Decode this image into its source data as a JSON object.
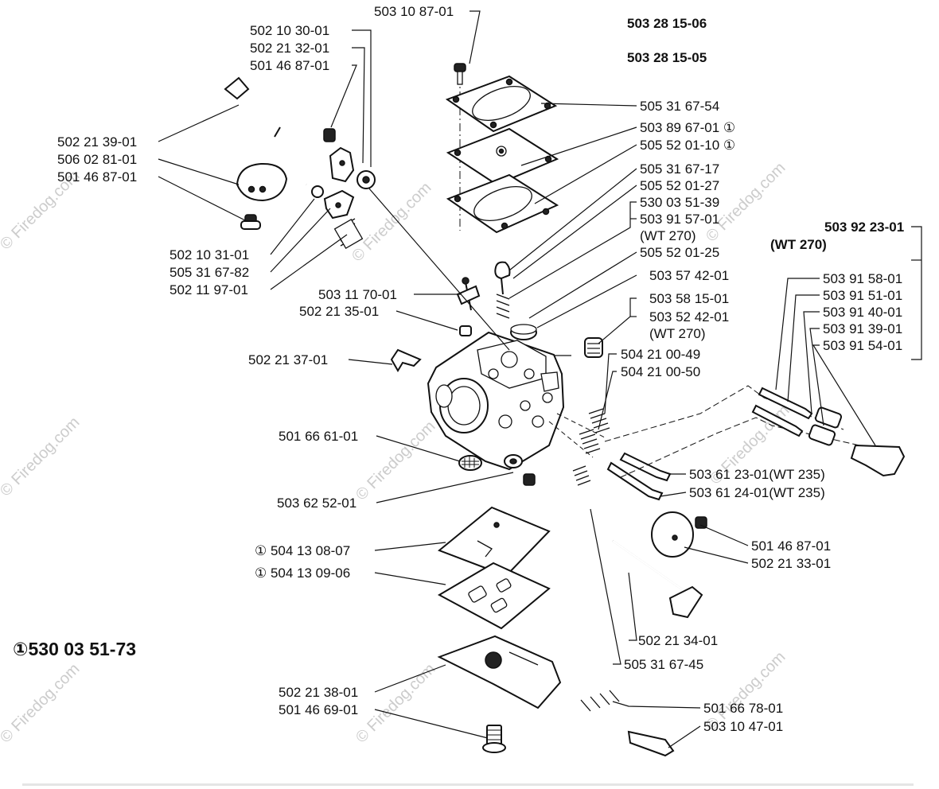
{
  "watermark": "© Firedog.com",
  "kit_numbers": [
    "503 28 15-06",
    "503 28 15-05"
  ],
  "footnote_kit": {
    "symbol": "①",
    "number": "530 03 51-73"
  },
  "labels": {
    "l01": "503 10 87-01",
    "l02": "502 10 30-01",
    "l03": "502 21 32-01",
    "l04": "501 46 87-01",
    "l05": "502 21 39-01",
    "l06": "506 02 81-01",
    "l07": "501 46 87-01",
    "l08": "502 10 31-01",
    "l09": "505 31 67-82",
    "l10": "502 11 97-01",
    "l11": "503 11 70-01",
    "l12": "502 21 35-01",
    "l13": "502 21 37-01",
    "l14": "501 66 61-01",
    "l15": "503 62 52-01",
    "l16": "① 504 13 08-07",
    "l17": "① 504 13 09-06",
    "l18": "502 21 38-01",
    "l19": "501 46 69-01",
    "r01": "505 31 67-54",
    "r02": "503 89 67-01 ①",
    "r03": "505 52 01-10 ①",
    "r04": "505 31 67-17",
    "r05": "505 52 01-27",
    "r06": "530 03 51-39",
    "r07": "503 91 57-01",
    "r08": "(WT 270)",
    "r09": "505 52 01-25",
    "r10": "503 57 42-01",
    "r11": "503 58 15-01",
    "r12": "503 52 42-01",
    "r13": "(WT 270)",
    "r14": "504 21 00-49",
    "r15": "504 21 00-50",
    "r16": "503 61 23-01(WT 235)",
    "r17": "503 61 24-01(WT 235)",
    "r18": "501 46 87-01",
    "r19": "502 21 33-01",
    "r20": "502 21 34-01",
    "r21": "505 31 67-45",
    "r22": "501 66 78-01",
    "r23": "503 10 47-01",
    "k01": "503 92 23-01",
    "k02": "(WT 270)",
    "k03": "503 91 58-01",
    "k04": "503 91 51-01",
    "k05": "503 91 40-01",
    "k06": "503 91 39-01",
    "k07": "503 91 54-01"
  }
}
